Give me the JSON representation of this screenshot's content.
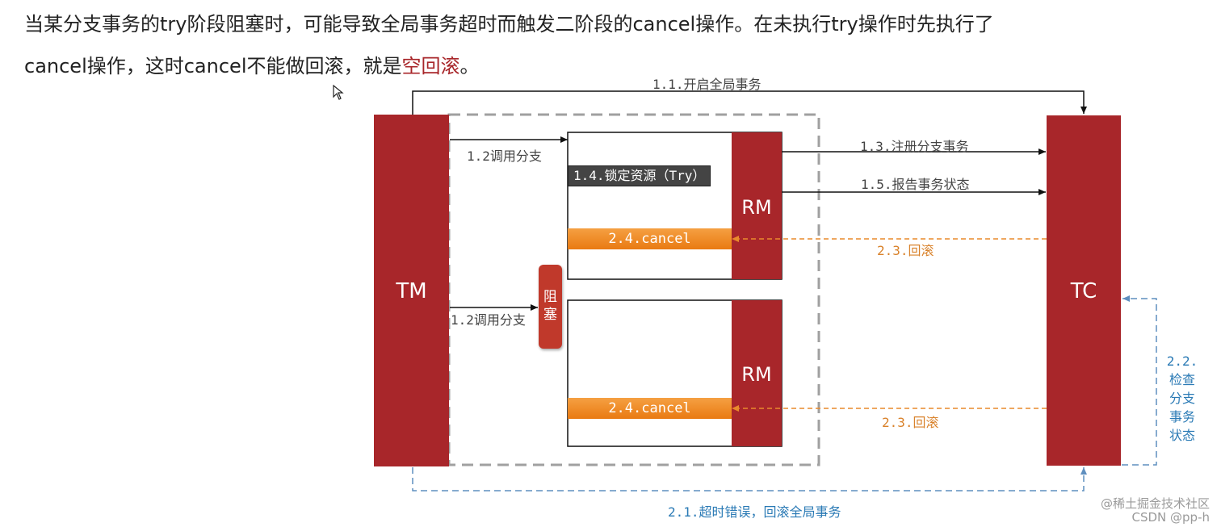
{
  "intro": {
    "line1": "当某分支事务的try阶段阻塞时，可能导致全局事务超时而触发二阶段的cancel操作。在未执行try操作时先执行了",
    "line2_pre": "cancel操作，这时cancel不能做回滚，就是",
    "line2_highlight": "空回滚",
    "line2_post": "。"
  },
  "colors": {
    "block": "#a8262a",
    "orange": "#f08a24",
    "blue": "#2a7ab5",
    "dashed": "#a0a0a0"
  },
  "diagram": {
    "tm_label": "TM",
    "tc_label": "TC",
    "rm1_label": "RM",
    "rm2_label": "RM",
    "block_label": "阻塞",
    "try_label": "1.4.锁定资源（Try）",
    "cancel1_label": "2.4.cancel",
    "cancel2_label": "2.4.cancel",
    "step_1_1": "1.1.开启全局事务",
    "step_1_2a": "1.2调用分支",
    "step_1_2b": "1.2调用分支",
    "step_1_3": "1.3.注册分支事务",
    "step_1_5": "1.5.报告事务状态",
    "step_2_3a": "2.3.回滚",
    "step_2_3b": "2.3.回滚",
    "step_2_1": "2.1.超时错误，回滚全局事务",
    "step_2_2": [
      "2.2.",
      "检查",
      "分支",
      "事务",
      "状态"
    ]
  },
  "watermark": {
    "line1": "@稀土掘金技术社区",
    "line2": "CSDN @pp-h"
  }
}
